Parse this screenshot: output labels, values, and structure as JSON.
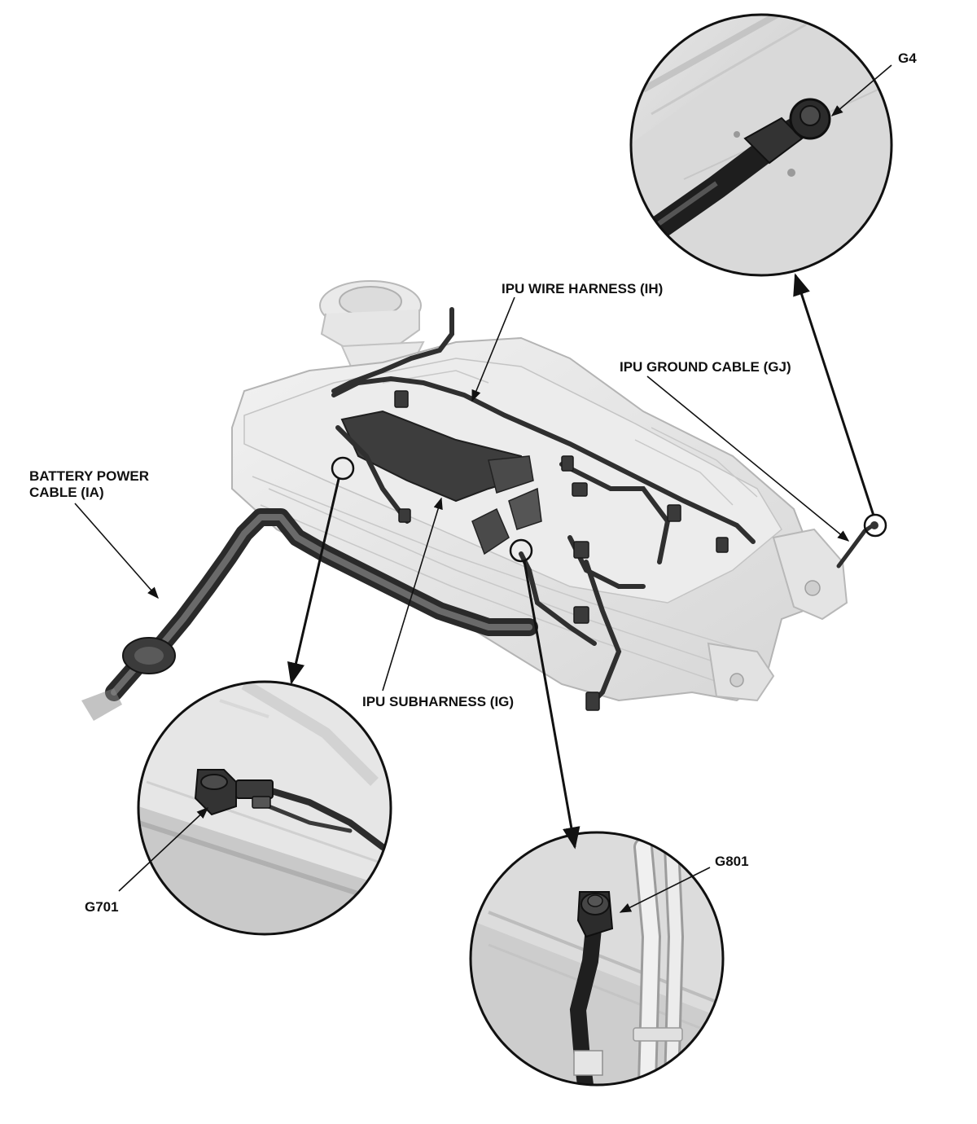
{
  "labels": {
    "g4": "G4",
    "ipu_wire_harness": "IPU WIRE HARNESS (IH)",
    "ipu_ground_cable": "IPU GROUND CABLE (GJ)",
    "battery_power_cable_line1": "BATTERY POWER",
    "battery_power_cable_line2": "CABLE (IA)",
    "ipu_subharness": "IPU SUBHARNESS (IG)",
    "g701": "G701",
    "g801": "G801"
  }
}
